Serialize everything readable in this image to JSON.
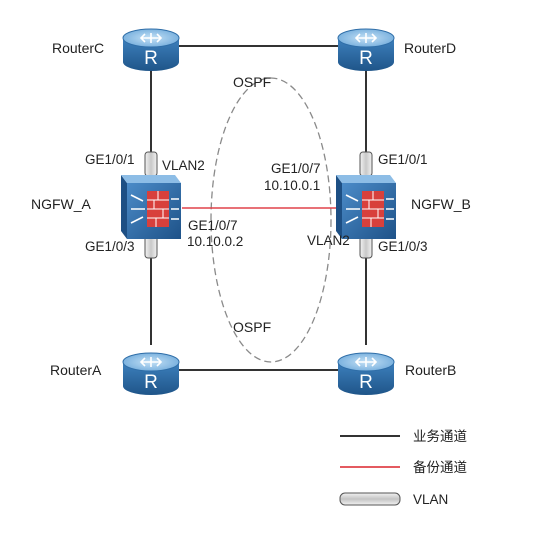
{
  "diagram": {
    "devices": {
      "router_c": {
        "label": "RouterC",
        "glyph": "R"
      },
      "router_d": {
        "label": "RouterD",
        "glyph": "R"
      },
      "router_a": {
        "label": "RouterA",
        "glyph": "R"
      },
      "router_b": {
        "label": "RouterB",
        "glyph": "R"
      },
      "ngfw_a": {
        "label": "NGFW_A"
      },
      "ngfw_b": {
        "label": "NGFW_B"
      }
    },
    "ospf_labels": {
      "top": "OSPF",
      "bottom": "OSPF"
    },
    "ngfw_a_ports": {
      "upper": "GE1/0/1",
      "vlan": "VLAN2",
      "lower": "GE1/0/3",
      "heartbeat": "GE1/0/7",
      "heartbeat_ip": "10.10.0.2"
    },
    "ngfw_b_ports": {
      "upper": "GE1/0/1",
      "vlan": "VLAN2",
      "lower": "GE1/0/3",
      "heartbeat": "GE1/0/7",
      "heartbeat_ip": "10.10.0.1"
    },
    "legend": {
      "service_channel": "业务通道",
      "backup_channel": "备份通道",
      "vlan": "VLAN"
    },
    "colors": {
      "router_body": "#2f6ea8",
      "router_top": "#8ec3e9",
      "firewall_body": "#2d6aa2",
      "firewall_light": "#9fcaec",
      "firewall_red": "#d8403c",
      "link_black": "#333333",
      "link_red": "#e0424a",
      "ospf_dash": "#888888",
      "vlan_fill": "#d9d9d9"
    }
  }
}
